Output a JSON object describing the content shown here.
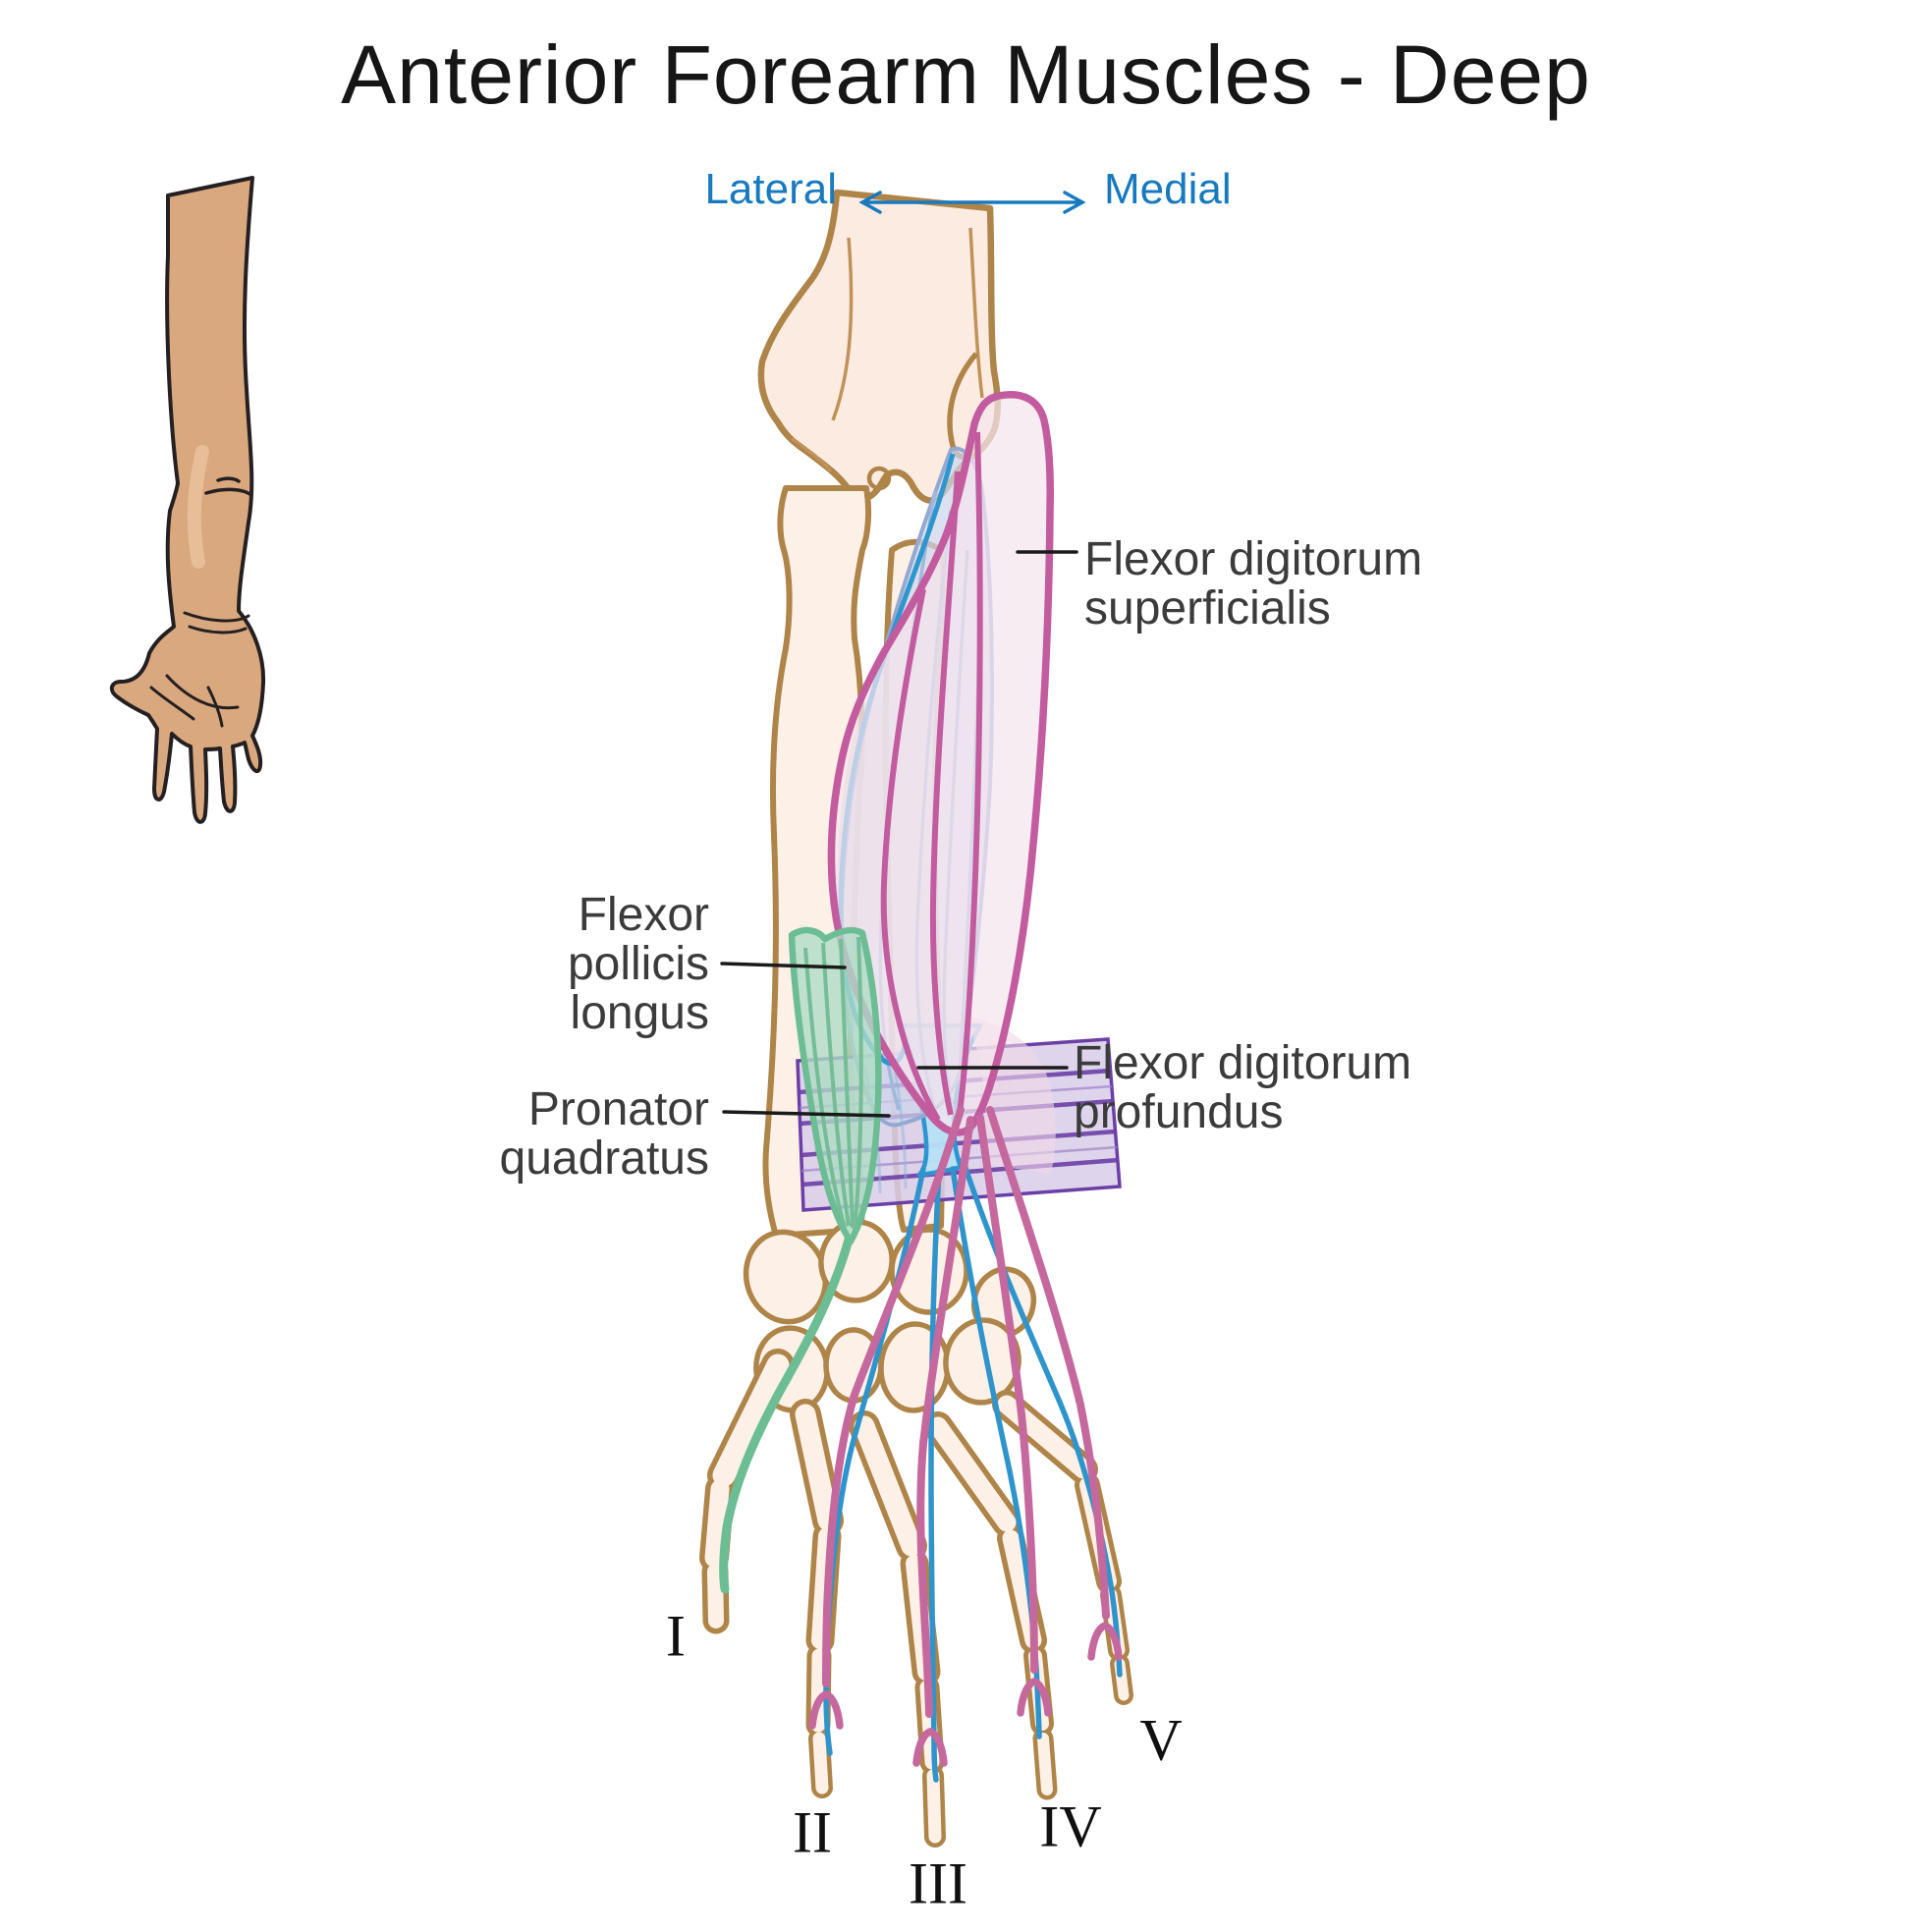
{
  "title": "Anterior Forearm Muscles - Deep",
  "orientation": {
    "left_label": "Lateral",
    "right_label": "Medial"
  },
  "labels": {
    "fds": {
      "line1": "Flexor digitorum",
      "line2": "superficialis"
    },
    "fpl": {
      "line1": "Flexor",
      "line2": "pollicis",
      "line3": "longus"
    },
    "pq": {
      "line1": "Pronator",
      "line2": "quadratus"
    },
    "fdp": {
      "line1": "Flexor digitorum",
      "line2": "profundus"
    }
  },
  "digits": {
    "thumb": "I",
    "index": "II",
    "middle": "III",
    "ring": "IV",
    "little": "V"
  },
  "colors": {
    "direction_blue": "#1879BF",
    "fds_pink_outline": "#C25C9F",
    "fds_pink_fill": "#F5E4EF",
    "fdp_lavender_outline": "#93A9D2",
    "fdp_lavender_fill": "#CDD5EA",
    "fdp_tendon_blue": "#2F94CB",
    "fpl_green_outline": "#6CBD94",
    "fpl_green_fill": "#AEDCC6",
    "pq_purple": "#6B3FA6",
    "pq_fill": "#D8CDE9",
    "bone_brown": "#AE8449",
    "bone_fill": "#FDF0E7",
    "skin": "#D9A87E",
    "label_gray": "#3B3B3B",
    "leader_black": "#1A1A1A"
  }
}
